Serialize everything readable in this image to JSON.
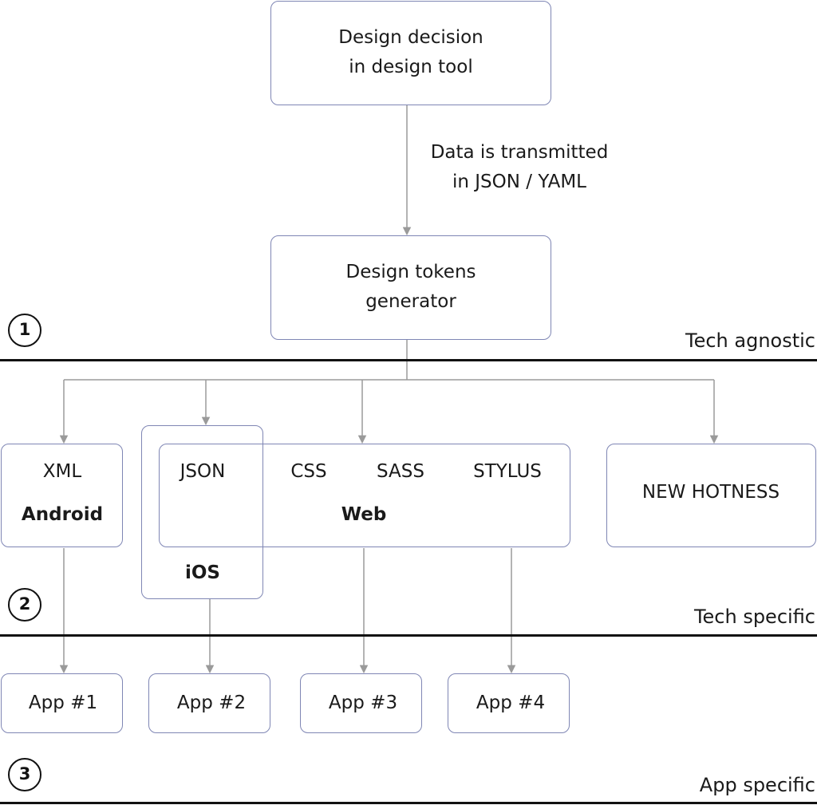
{
  "nodes": {
    "design_decision": {
      "line1": "Design decision",
      "line2": "in design tool"
    },
    "transmission_note": {
      "line1": "Data is transmitted",
      "line2": "in JSON / YAML"
    },
    "tokens_generator": {
      "line1": "Design tokens",
      "line2": "generator"
    },
    "android": {
      "format": "XML",
      "platform": "Android"
    },
    "ios": {
      "format": "JSON",
      "platform": "iOS"
    },
    "web": {
      "formats": [
        "CSS",
        "SASS",
        "STYLUS"
      ],
      "platform": "Web"
    },
    "new_hotness": {
      "label": "NEW HOTNESS"
    },
    "apps": [
      "App #1",
      "App #2",
      "App #3",
      "App #4"
    ]
  },
  "zones": [
    {
      "number": "1",
      "label": "Tech agnostic"
    },
    {
      "number": "2",
      "label": "Tech specific"
    },
    {
      "number": "3",
      "label": "App specific"
    }
  ],
  "colors": {
    "box_border": "#7f86b4",
    "connector": "#9a9a9a",
    "divider": "#111111",
    "text": "#1a1a1a"
  }
}
